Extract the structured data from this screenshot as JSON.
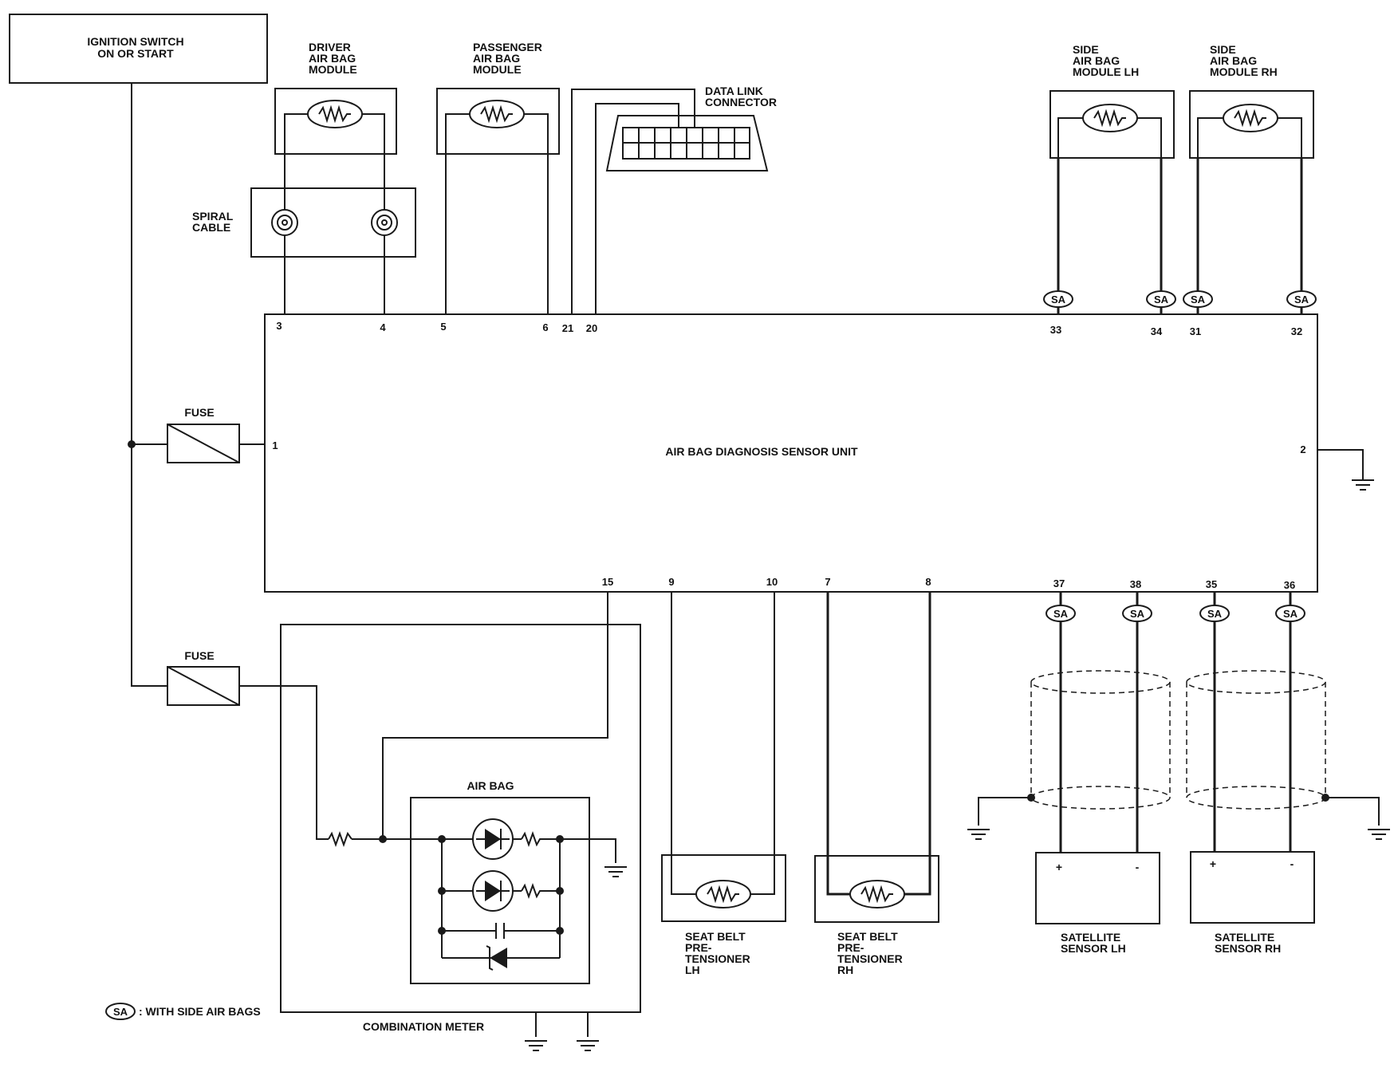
{
  "labels": {
    "ignition": [
      "IGNITION SWITCH",
      "ON OR START"
    ],
    "driver_module": [
      "DRIVER",
      "AIR BAG",
      "MODULE"
    ],
    "passenger_module": [
      "PASSENGER",
      "AIR BAG",
      "MODULE"
    ],
    "data_link": [
      "DATA LINK",
      "CONNECTOR"
    ],
    "side_lh": [
      "SIDE",
      "AIR BAG",
      "MODULE LH"
    ],
    "side_rh": [
      "SIDE",
      "AIR BAG",
      "MODULE RH"
    ],
    "spiral_cable": [
      "SPIRAL",
      "CABLE"
    ],
    "fuse": "FUSE",
    "unit": "AIR BAG DIAGNOSIS SENSOR UNIT",
    "air_bag_indicator": "AIR BAG",
    "seat_belt_lh": [
      "SEAT BELT",
      "PRE-",
      "TENSIONER",
      "LH"
    ],
    "seat_belt_rh": [
      "SEAT BELT",
      "PRE-",
      "TENSIONER",
      "RH"
    ],
    "satellite_lh": [
      "SATELLITE",
      "SENSOR LH"
    ],
    "satellite_rh": [
      "SATELLITE",
      "SENSOR RH"
    ],
    "combination_meter": "COMBINATION METER",
    "legend_symbol": "SA",
    "legend_text": ": WITH SIDE AIR BAGS",
    "plus": "+",
    "minus": "-"
  },
  "pins": {
    "top_left": [
      "3",
      "4",
      "5",
      "6",
      "21",
      "20"
    ],
    "top_right": [
      "33",
      "34",
      "31",
      "32"
    ],
    "left": "1",
    "right": "2",
    "bottom_left": [
      "15",
      "9",
      "10",
      "7",
      "8"
    ],
    "bottom_right": [
      "37",
      "38",
      "35",
      "36"
    ]
  }
}
